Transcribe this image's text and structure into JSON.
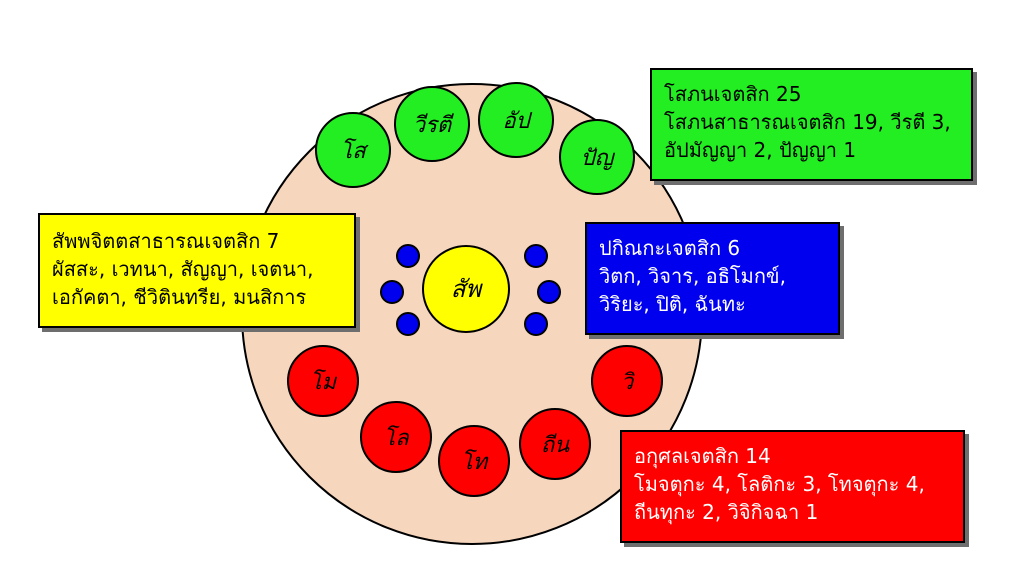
{
  "diagram": {
    "colors": {
      "big_circle_fill": "#f7d6be",
      "sobhana": "#22ee22",
      "sabbacitta": "#ffff00",
      "pakinnaka": "#0000ee",
      "akusala": "#ff0000",
      "outline": "#000000",
      "shadow": "#6e6e6e"
    },
    "sobhana_circles": [
      "โส",
      "วีรตี",
      "อัป",
      "ปัญ"
    ],
    "center_circle": "สัพ",
    "pakinnaka_dots": 6,
    "akusala_circles": [
      "โม",
      "โล",
      "โท",
      "ถีน",
      "วิ"
    ]
  },
  "boxes": {
    "sobhana": {
      "title": "โสภนเจตสิก 25",
      "body": "โสภนสาธารณเจตสิก 19, วีรตี 3, อัปมัญญา 2, ปัญญา 1"
    },
    "sabbacitta": {
      "title": "สัพพจิตตสาธารณเจตสิก 7",
      "line2": "ผัสสะ, เวทนา, สัญญา, เจตนา,",
      "line3": "เอกัคตา, ชีวิตินทรีย, มนสิการ"
    },
    "pakinnaka": {
      "title": "ปกิณกะเจตสิก 6",
      "line2": "วิตก, วิจาร, อธิโมกข์,",
      "line3": "วิริยะ, ปิติ, ฉันทะ"
    },
    "akusala": {
      "title": "อกุศลเจตสิก 14",
      "line2": "โมจตุกะ 4, โลติกะ 3, โทจตุกะ 4,",
      "line3": "ถีนทุกะ 2, วิจิกิจฉา 1"
    }
  }
}
